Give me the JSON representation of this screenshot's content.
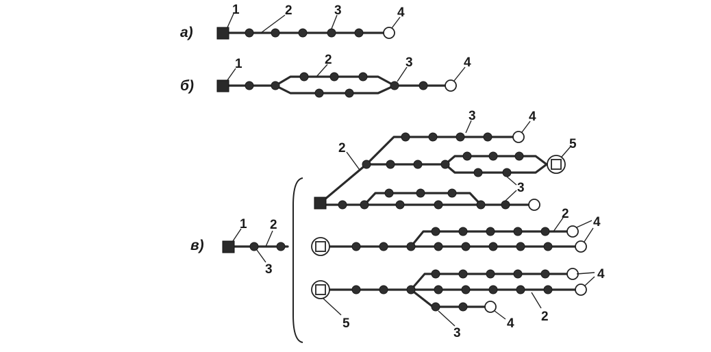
{
  "variants": {
    "a": "а)",
    "b": "б)",
    "c": "в)"
  },
  "labels": {
    "one": "1",
    "two": "2",
    "three": "3",
    "four": "4",
    "five": "5"
  }
}
